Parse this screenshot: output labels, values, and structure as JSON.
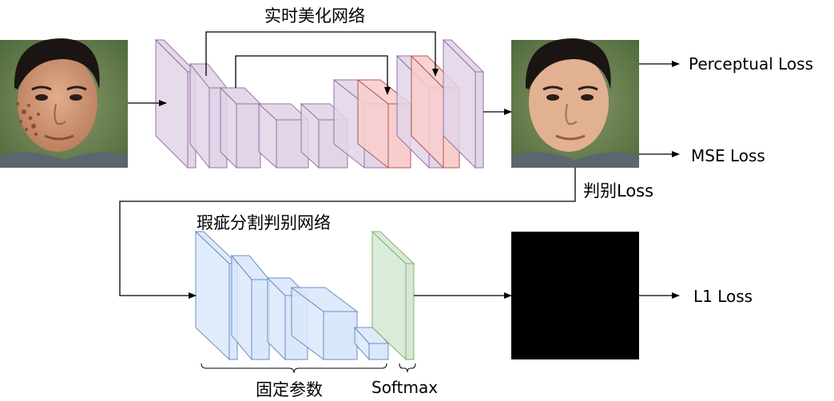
{
  "labels": {
    "beauty_net": "实时美化网络",
    "perceptual_loss": "Perceptual Loss",
    "mse_loss": "MSE Loss",
    "disc_loss": "判别Loss",
    "seg_net": "瑕疵分割判别网络",
    "l1_loss": "L1 Loss",
    "fixed_params": "固定参数",
    "softmax": "Softmax"
  },
  "colors": {
    "purple_fill": "#e1d5e7",
    "purple_stroke": "#9673a6",
    "red_fill": "#f8cecc",
    "red_stroke": "#b85450",
    "blue_fill": "#dae8fc",
    "blue_stroke": "#6c8ebf",
    "green_fill": "#d5e8d4",
    "green_stroke": "#82b366",
    "output_mask": "#000000"
  }
}
